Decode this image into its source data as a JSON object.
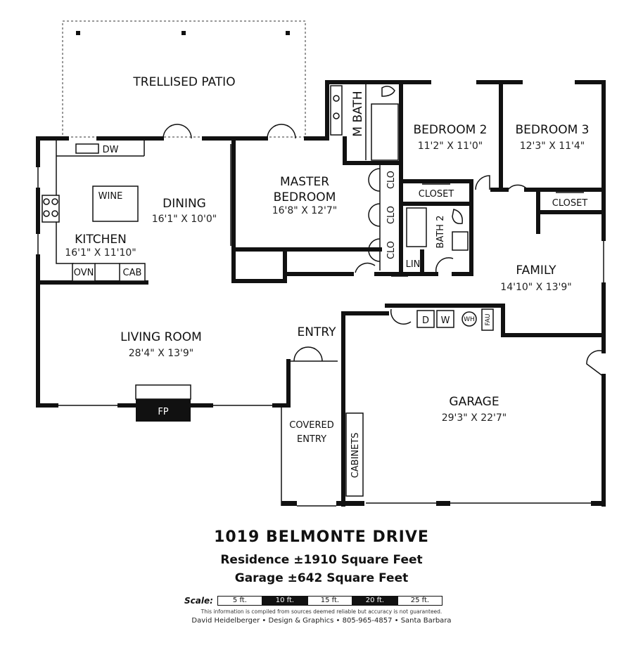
{
  "rooms": {
    "patio": {
      "name": "TRELLISED PATIO"
    },
    "mbath": {
      "name": "M BATH"
    },
    "bedroom2": {
      "name": "BEDROOM 2",
      "dim": "11'2\" X 11'0\""
    },
    "bedroom3": {
      "name": "BEDROOM 3",
      "dim": "12'3\" X 11'4\""
    },
    "master": {
      "name1": "MASTER",
      "name2": "BEDROOM",
      "dim": "16'8\" X 12'7\""
    },
    "dining": {
      "name": "DINING",
      "dim": "16'1\" X 10'0\""
    },
    "kitchen": {
      "name": "KITCHEN",
      "dim": "16'1\" X 11'10\""
    },
    "family": {
      "name": "FAMILY",
      "dim": "14'10\" X 13'9\""
    },
    "living": {
      "name": "LIVING ROOM",
      "dim": "28'4\" X 13'9\""
    },
    "entry": {
      "name": "ENTRY"
    },
    "covered_entry": {
      "name1": "COVERED",
      "name2": "ENTRY"
    },
    "garage": {
      "name": "GARAGE",
      "dim": "29'3\" X 22'7\""
    },
    "bath2": {
      "name": "BATH 2"
    }
  },
  "labels": {
    "dw": "DW",
    "wine": "WINE",
    "ovn": "OVN",
    "cab": "CAB",
    "clo": "CLO",
    "closet": "CLOSET",
    "lin": "LIN",
    "dryer": "D",
    "washer": "W",
    "wh": "WH",
    "fau": "FAU",
    "fp": "FP",
    "cabinets": "CABINETS"
  },
  "title": {
    "address": "1019 BELMONTE DRIVE",
    "residence": "Residence ±1910 Square Feet",
    "garage": "Garage ±642 Square Feet"
  },
  "scale": {
    "label": "Scale:",
    "segments": [
      "5 ft.",
      "10 ft.",
      "15 ft.",
      "20 ft.",
      "25 ft."
    ]
  },
  "footer": {
    "disclaimer": "This information is compiled from sources deemed reliable but accuracy is not guaranteed.",
    "credit": "David Heidelberger • Design & Graphics • 805-965-4857 • Santa Barbara"
  }
}
